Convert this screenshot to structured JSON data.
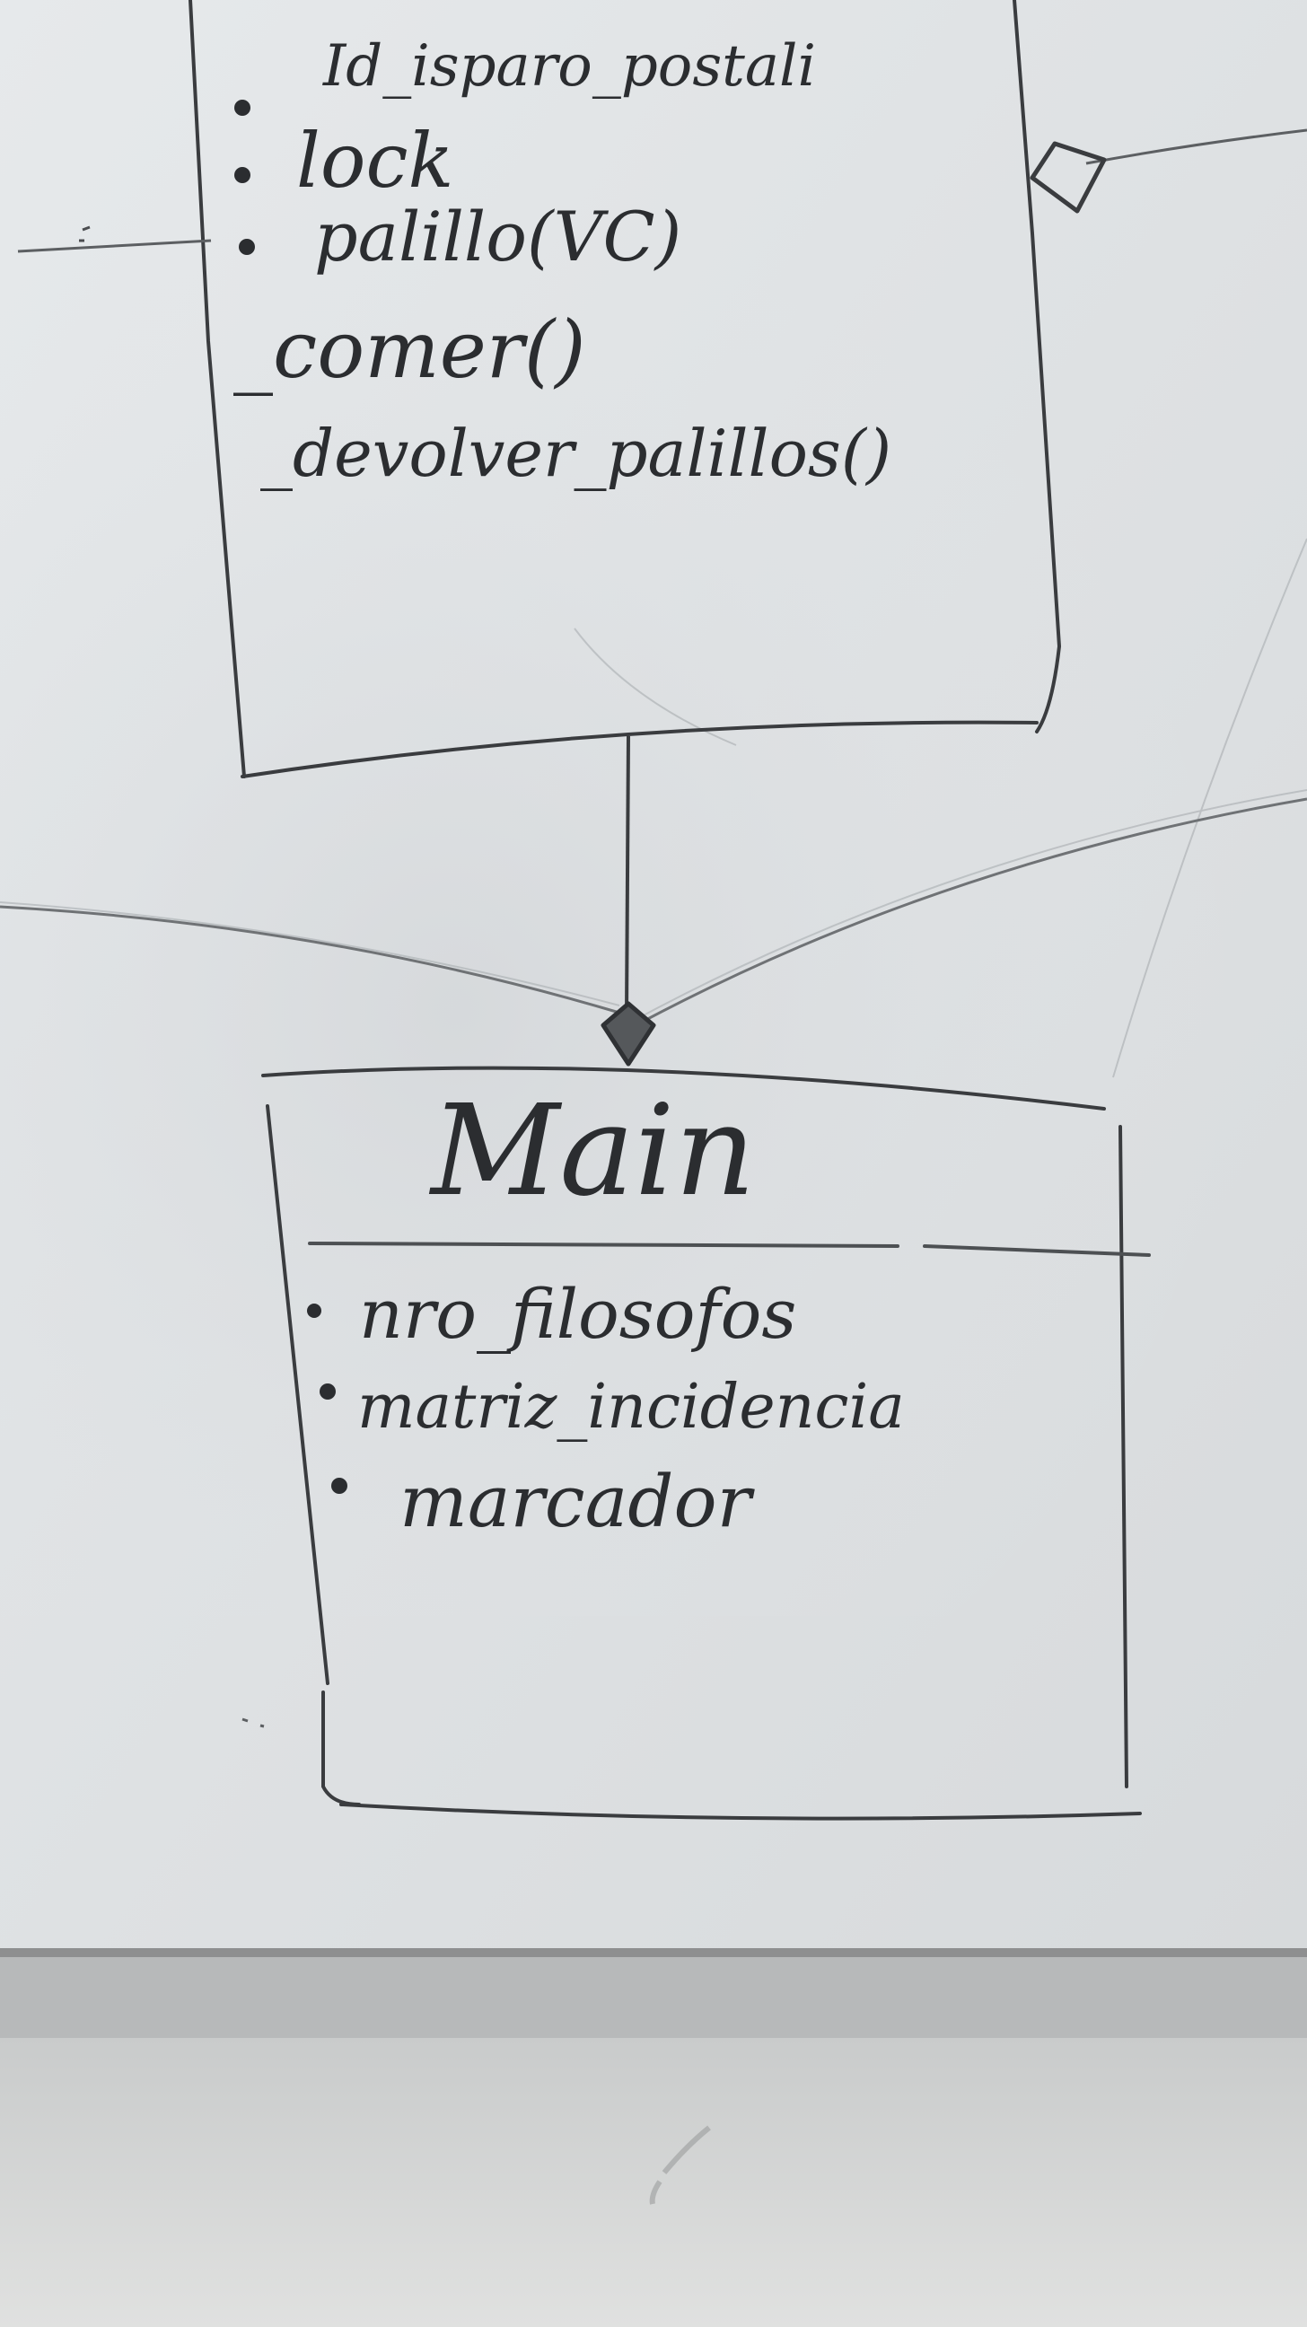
{
  "diagram": {
    "upper_class": {
      "attributes": [
        "Id_isparo_postali",
        "lock",
        "palillo(VC)"
      ],
      "methods": [
        "_comer()",
        "_devolver_palillos()"
      ]
    },
    "main_class": {
      "title": "Main",
      "attributes": [
        "nro_filosofos",
        "matriz_incidencia",
        "marcador"
      ]
    },
    "relations": [
      {
        "from": "upper_class",
        "to": "main_class",
        "kind": "aggregation"
      },
      {
        "from": "external_left",
        "to": "main_class",
        "kind": "aggregation"
      },
      {
        "from": "external_right",
        "to": "main_class",
        "kind": "aggregation"
      },
      {
        "from": "external_right",
        "to": "upper_class",
        "kind": "aggregation"
      }
    ]
  },
  "colors": {
    "whiteboard": "#e3e6e8",
    "whiteboard_shade": "#cdd1d4",
    "tray": "#b4b6b7",
    "wall": "#d9dad9",
    "marker": "#2b2d30"
  }
}
